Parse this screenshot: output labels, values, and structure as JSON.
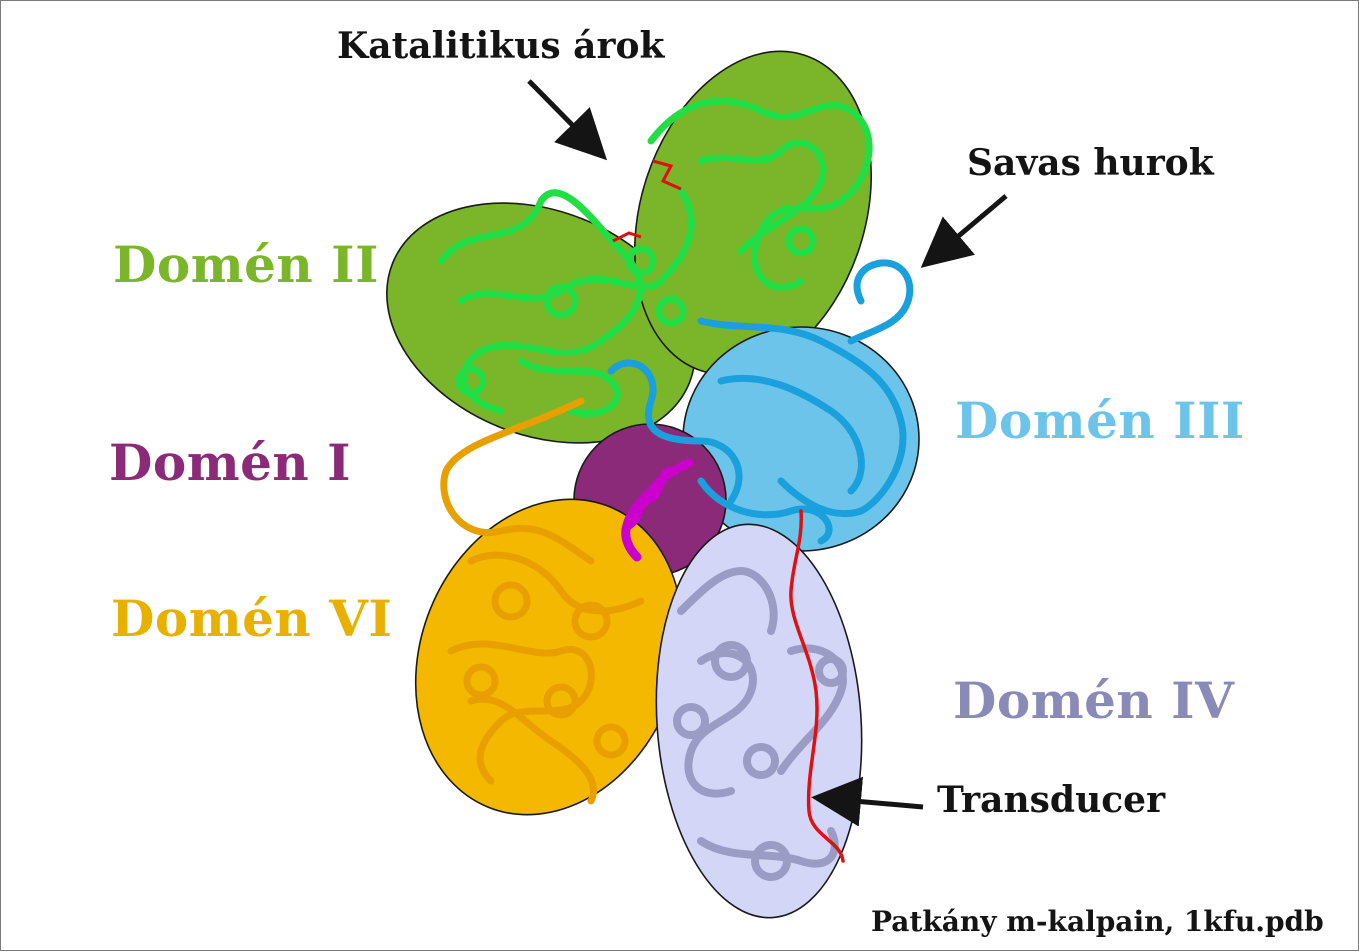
{
  "labels": {
    "domain_ii": "Domén II",
    "domain_i": "Domén I",
    "domain_vi": "Domén VI",
    "domain_iii": "Domén III",
    "domain_iv": "Domén IV",
    "catalytic_cleft": "Katalitikus árok",
    "acidic_loop": "Savas hurok",
    "transducer": "Transducer",
    "credit": "Patkány m-kalpain, 1kfu.pdb"
  },
  "colors": {
    "domain_ii": "#7ab52a",
    "domain_ii_ribbon": "#22dd44",
    "domain_i": "#8b2a78",
    "domain_i_helix": "#cc00cc",
    "domain_vi": "#f5b800",
    "domain_vi_ribbon": "#e8a000",
    "domain_iii": "#6dc4ea",
    "domain_iii_ribbon": "#1aa0dc",
    "domain_iv": "#d4d6f8",
    "domain_iv_ribbon": "#9a9cc4",
    "domain_iv_label": "#8a8ab8",
    "transducer": "#dd1111",
    "text": "#141414"
  }
}
